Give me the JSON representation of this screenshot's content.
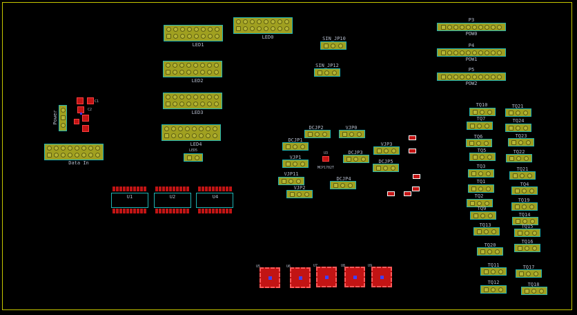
{
  "labels": {
    "p3": "P3",
    "p4": "P4",
    "p5": "P5",
    "pow0": "POW0",
    "pow1": "POW1",
    "pow2": "POW2",
    "led0": "LED0",
    "led1": "LED1",
    "led2": "LED2",
    "led3": "LED3",
    "led4": "LED4",
    "led5": "LED5",
    "sinjp10": "SIN_JP10",
    "sinjp12": "SIN_JP12",
    "power": "Power",
    "data_in": "Data In",
    "c1": "C1",
    "c2": "C2",
    "u1": "U1",
    "u2": "U2",
    "u4": "U4",
    "u3": "U3",
    "mcp": "MCP1702T",
    "u5": "U5",
    "u6": "U6",
    "u7": "U7",
    "u8": "U8",
    "u9": "U9",
    "dcjp2": "DCJP2",
    "dcjp1": "DCJP1",
    "dcjp3": "DCJP3",
    "dcjp4": "DCJP4",
    "dcjp5": "DCJP5",
    "vjp0": "VJP0",
    "vjp1": "VJP1",
    "vjp3": "VJP3",
    "vjp2": "VJP2",
    "vjp11": "VJP11",
    "tq10": "TQ10",
    "tq7": "TQ7",
    "tq6": "TQ6",
    "tq5": "TQ5",
    "tq3": "TQ3",
    "tq1": "TQ1",
    "tq2": "TQ2",
    "tq9": "TQ9",
    "tq13": "TQ13",
    "tq20": "TQ20",
    "tq11": "TQ11",
    "tq12": "TQ12",
    "tq21": "TQ21",
    "tq24": "TQ24",
    "tq23": "TQ23",
    "tq22": "TQ22",
    "tq2r": "TQ21",
    "tq4": "TQ4",
    "tq19": "TQ19",
    "tq14": "TQ14",
    "tq15": "TQ15",
    "tq16": "TQ16",
    "tq17": "TQ17",
    "tq18": "TQ18"
  },
  "colors": {
    "board_outline": "#c8c800",
    "pad": "#a0a020",
    "silk": "#1fb4b4",
    "smd": "#c21414",
    "text": "#b4bccc"
  }
}
